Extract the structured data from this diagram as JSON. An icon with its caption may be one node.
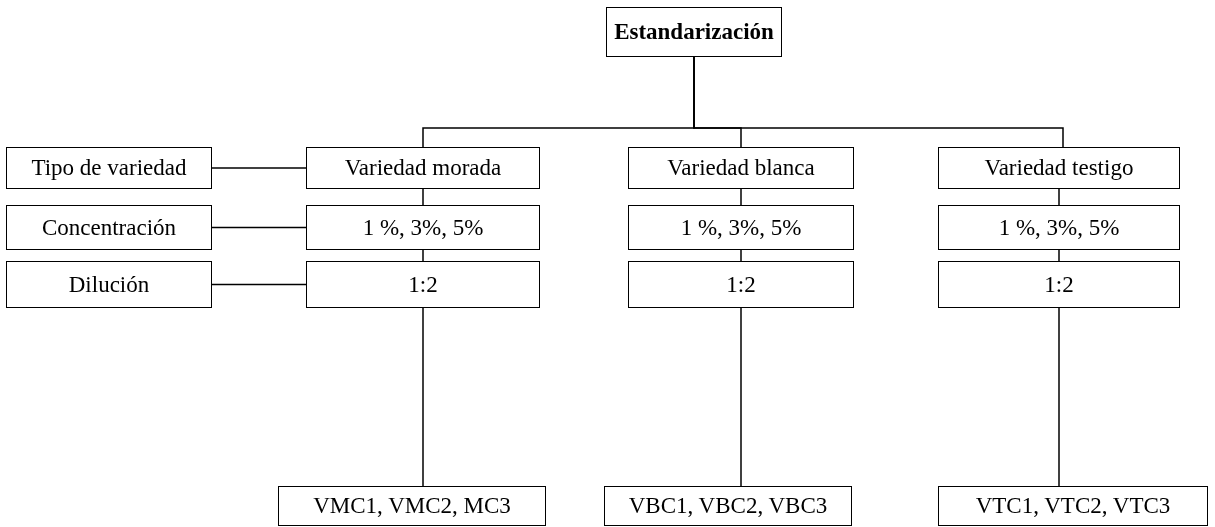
{
  "diagram": {
    "nodes": [
      {
        "text": [
          "Estandarización"
        ]
      },
      {
        "text": [
          "Tipo de variedad"
        ]
      },
      {
        "text": [
          "Variedad morada"
        ]
      },
      {
        "text": [
          "Variedad blanca"
        ]
      },
      {
        "text": [
          "Variedad testigo"
        ]
      },
      {
        "text": [
          "Concentración"
        ]
      },
      {
        "text": [
          "1 %, 3%, 5%"
        ]
      },
      {
        "text": [
          "1 %, 3%, 5%"
        ]
      },
      {
        "text": [
          "1 %, 3%, 5%"
        ]
      },
      {
        "text": [
          "Dilución"
        ]
      },
      {
        "text": [
          "1:2"
        ]
      },
      {
        "text": [
          "1:2"
        ]
      },
      {
        "text": [
          "1:2"
        ]
      },
      {
        "text": [
          "VMC1, VMC2, MC3"
        ]
      },
      {
        "text": [
          "VBC1, VBC2, VBC3"
        ]
      },
      {
        "text": [
          "VTC1, VTC2, VTC3"
        ]
      }
    ],
    "edges": [
      {
        "from": 0,
        "to": 2,
        "arrow": "none"
      },
      {
        "from": 0,
        "to": 3,
        "arrow": "none"
      },
      {
        "from": 0,
        "to": 4,
        "arrow": "none"
      },
      {
        "from": 1,
        "to": 2,
        "arrow": "none"
      },
      {
        "from": 2,
        "to": 6,
        "arrow": "none"
      },
      {
        "from": 3,
        "to": 7,
        "arrow": "none"
      },
      {
        "from": 4,
        "to": 8,
        "arrow": "none"
      },
      {
        "from": 5,
        "to": 6,
        "arrow": "none"
      },
      {
        "from": 6,
        "to": 10,
        "arrow": "none"
      },
      {
        "from": 7,
        "to": 11,
        "arrow": "none"
      },
      {
        "from": 8,
        "to": 12,
        "arrow": "none"
      },
      {
        "from": 9,
        "to": 10,
        "arrow": "none"
      },
      {
        "from": 10,
        "to": 13,
        "arrow": "none"
      },
      {
        "from": 11,
        "to": 14,
        "arrow": "none"
      },
      {
        "from": 12,
        "to": 15,
        "arrow": "none"
      }
    ]
  }
}
